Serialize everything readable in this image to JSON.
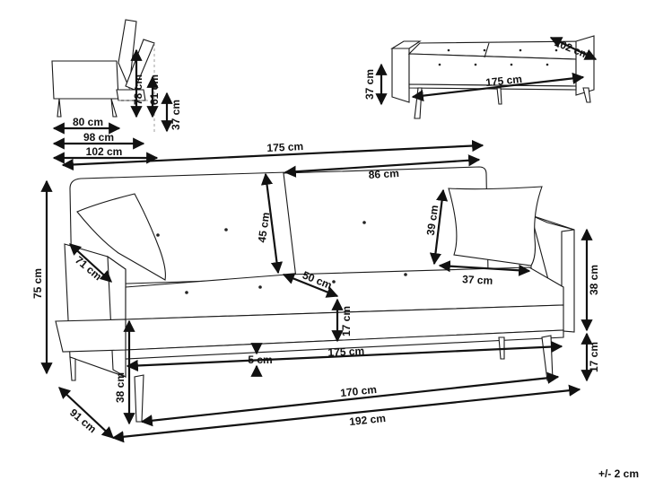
{
  "side_view": {
    "depth_seat": "80 cm",
    "depth_full": "98 cm",
    "depth_max": "102 cm",
    "h_back": "78 cm",
    "h_arm": "61 cm",
    "h_seat": "37 cm"
  },
  "bed_view": {
    "width": "102 cm",
    "length": "175 cm",
    "height": "37 cm"
  },
  "main_view": {
    "total_width_top": "175 cm",
    "cushion_width": "86 cm",
    "back_height": "45 cm",
    "pillow_height": "39 cm",
    "pillow_width": "37 cm",
    "arm_diag": "71 cm",
    "seat_depth": "50 cm",
    "total_height": "75 cm",
    "arm_height": "38 cm",
    "seat_thickness": "17 cm",
    "leg_height_right": "17 cm",
    "seat_width": "175 cm",
    "gap": "5 cm",
    "base_height": "38 cm",
    "inner_width": "170 cm",
    "total_width_bottom": "192 cm",
    "total_depth": "91 cm"
  },
  "tolerance": "+/- 2 cm",
  "colors": {
    "ink": "#111111",
    "paper": "#ffffff"
  }
}
